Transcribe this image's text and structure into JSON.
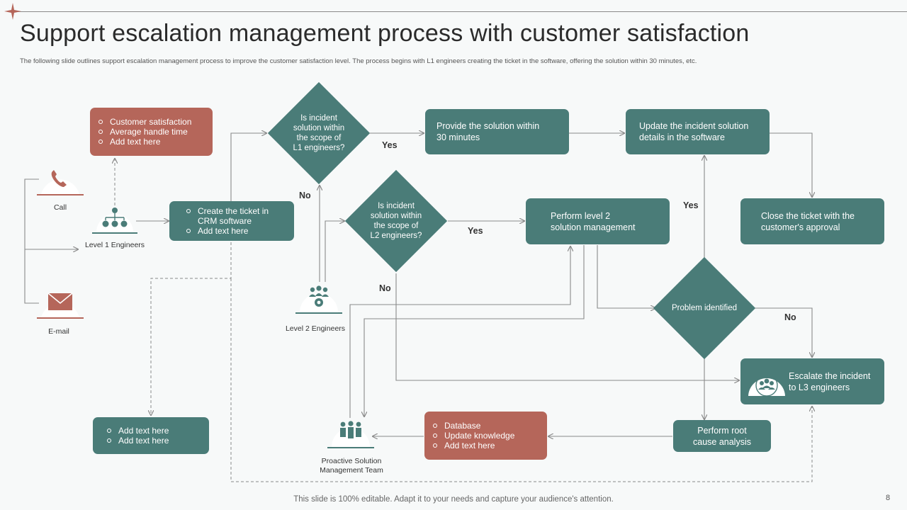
{
  "header": {
    "title": "Support escalation management process with customer satisfaction",
    "subtitle": "The following slide outlines support escalation management process to improve the customer satisfaction level. The process begins with L1 engineers creating the ticket in the software, offering the solution within 30 minutes, etc."
  },
  "channels": {
    "call": "Call",
    "email": "E-mail",
    "level1": "Level 1 Engineers",
    "level2": "Level 2 Engineers",
    "proactive": "Proactive Solution\nManagement Team"
  },
  "boxes": {
    "customer_satisfaction": [
      "Customer satisfaction",
      "Average handle time",
      "Add text here"
    ],
    "create_ticket": [
      "Create the ticket in CRM software",
      "Add text here"
    ],
    "add_text": [
      "Add text here",
      "Add text here"
    ],
    "provide_solution": "Provide  the solution within\n30 minutes",
    "update_incident": "Update the incident solution\ndetails in the software",
    "close_ticket": "Close the ticket with the\ncustomer's approval",
    "perform_level2": "Perform  level  2\nsolution management",
    "escalate_l3": "Escalate the incident\nto L3 engineers",
    "root_cause": "Perform root\ncause analysis",
    "database": [
      "Database",
      "Update  knowledge",
      "Add text here"
    ]
  },
  "decisions": {
    "l1_scope": "Is incident\nsolution within\nthe scope of\nL1 engineers?",
    "l2_scope": "Is incident\nsolution within\nthe scope of\nL2 engineers?",
    "problem": "Problem identified"
  },
  "labels": {
    "yes_l1": "Yes",
    "no_l1": "No",
    "yes_l2": "Yes",
    "no_l2": "No",
    "yes_problem": "Yes",
    "no_problem": "No"
  },
  "footer": {
    "text": "This slide is 100% editable. Adapt it to your needs and capture your audience's attention.",
    "page": "8"
  },
  "colors": {
    "teal": "#4a7c78",
    "red": "#b5665a",
    "line": "#8a8a8a"
  },
  "icons": [
    "phone-icon",
    "mail-icon",
    "org-chart-icon",
    "team-gear-icon",
    "team-icon",
    "escalate-team-icon",
    "star-icon"
  ]
}
